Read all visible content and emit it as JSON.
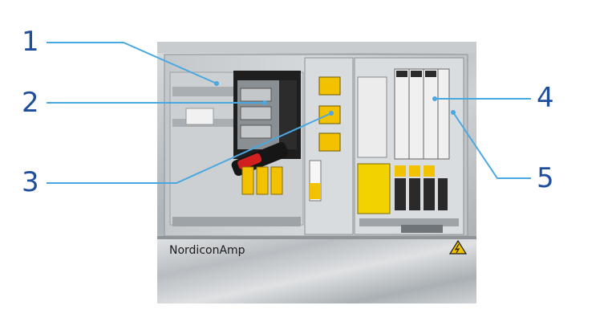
{
  "cabinet": {
    "brand_label": "NordiconAmp"
  },
  "callouts": [
    {
      "number": "1"
    },
    {
      "number": "2"
    },
    {
      "number": "3"
    },
    {
      "number": "4"
    },
    {
      "number": "5"
    }
  ],
  "colors": {
    "callout": "#1f4e9c",
    "leader_line": "#4aa8e0",
    "fuse_yellow": "#f2c200",
    "switch_red": "#d22020",
    "galvanized_steel": "#b8bcc0"
  },
  "icons": [
    "warning-high-voltage-icon"
  ]
}
